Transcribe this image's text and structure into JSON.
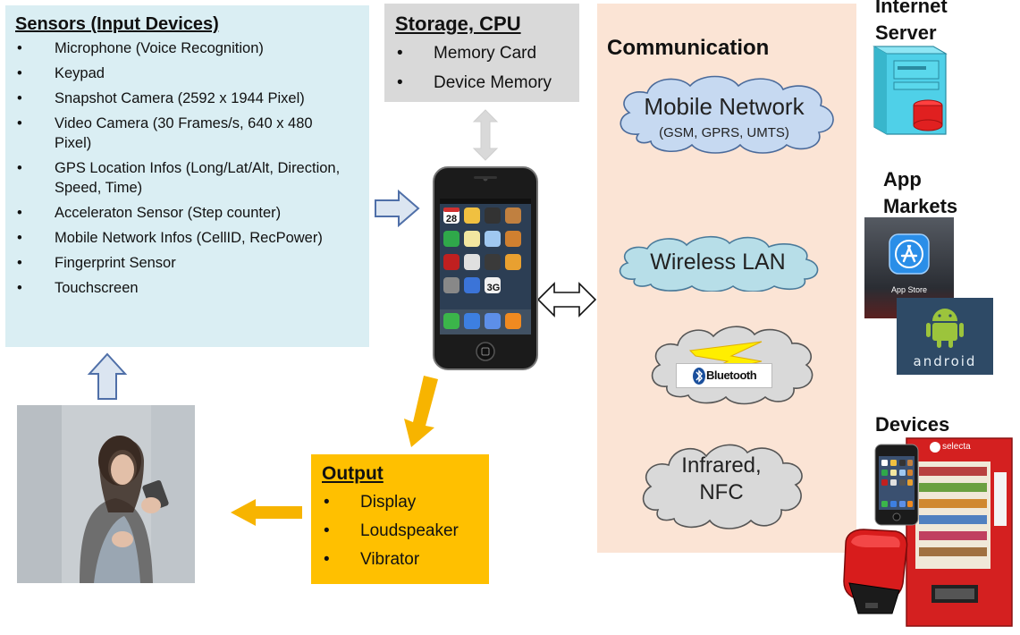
{
  "sensors": {
    "heading": "Sensors (Input Devices)",
    "items": [
      "Microphone (Voice Recognition)",
      "Keypad",
      "Snapshot Camera (2592 x 1944 Pixel)",
      "Video Camera (30 Frames/s, 640 x 480 Pixel)",
      "GPS Location Infos (Long/Lat/Alt, Direction, Speed, Time)",
      "Acceleraton Sensor (Step counter)",
      "Mobile Network Infos  (CellID, RecPower)",
      "Fingerprint Sensor",
      "Touchscreen"
    ]
  },
  "storage": {
    "heading": "Storage, CPU",
    "items": [
      "Memory Card",
      "Device Memory"
    ]
  },
  "communication": {
    "title": "Communication",
    "mobile_network": "Mobile Network",
    "mobile_network_sub": "(GSM, GPRS, UMTS)",
    "wireless_lan": "Wireless LAN",
    "bluetooth_logo": "Bluetooth",
    "infrared_line1": "Infrared,",
    "infrared_line2": "NFC"
  },
  "output": {
    "heading": "Output",
    "items": [
      "Display",
      "Loudspeaker",
      "Vibrator"
    ]
  },
  "right": {
    "internet_server_line1": "Internet",
    "internet_server_line2": "Server",
    "app_markets_line1": "App",
    "app_markets_line2": "Markets",
    "app_store_label": "App Store",
    "android_label": "android",
    "devices": "Devices",
    "selecta_label": "selecta"
  },
  "phone": {
    "calendar_day": "28",
    "app_3g": "3G"
  },
  "colors": {
    "sensors_bg": "#daeef3",
    "storage_bg": "#d9d9d9",
    "communication_bg": "#fbe4d5",
    "output_bg": "#ffc000",
    "mobile_cloud": "#c6d9f1",
    "wlan_cloud": "#b7dee8",
    "gray_cloud": "#d9d9d9",
    "blue_arrow_fill": "#dbe5f1",
    "blue_arrow_stroke": "#4f6fa8",
    "orange_arrow": "#f7b400"
  }
}
